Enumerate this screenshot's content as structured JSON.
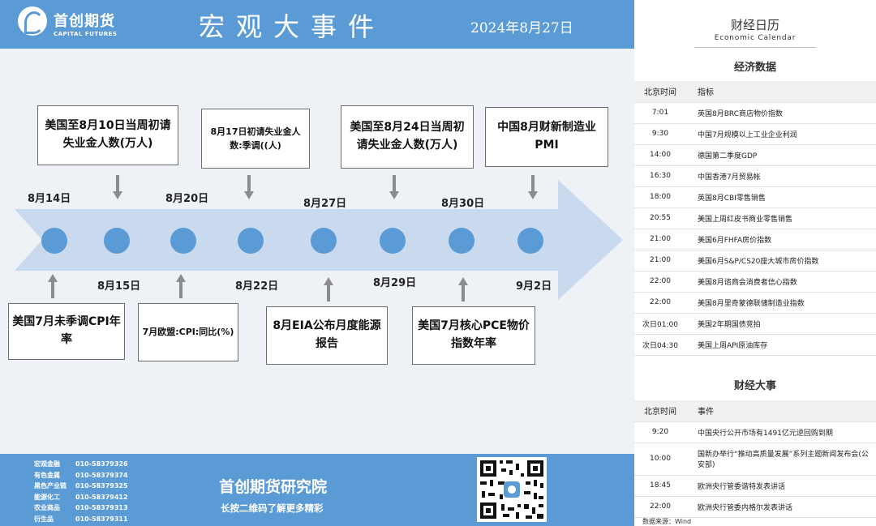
{
  "header": {
    "logo_cn": "首创期货",
    "logo_en": "CAPITAL FUTURES",
    "title": "宏观大事件",
    "date": "2024年8月27日"
  },
  "timeline": {
    "top_dates": [
      "8月14日",
      "8月20日",
      "8月27日",
      "8月30日"
    ],
    "bottom_dates": [
      "8月15日",
      "8月22日",
      "8月29日",
      "9月2日"
    ],
    "top_events": [
      "美国至8月10日当周初请失业金人数(万人)",
      "8月17日初请失业金人数:季调((人)",
      "美国至8月24日当周初请失业金人数(万人)",
      "中国8月财新制造业PMI"
    ],
    "bottom_events": [
      "美国7月未季调CPI年率",
      "7月欧盟:CPI:同比(%)",
      "8月EIA公布月度能源报告",
      "美国7月核心PCE物价指数年率"
    ]
  },
  "footer": {
    "contacts": [
      {
        "label": "宏观金融",
        "phone": "010-58379326"
      },
      {
        "label": "有色金属",
        "phone": "010-58379374"
      },
      {
        "label": "黑色产业链",
        "phone": "010-58379325"
      },
      {
        "label": "能源化工",
        "phone": "010-58379412"
      },
      {
        "label": "农业商品",
        "phone": "010-58379313"
      },
      {
        "label": "衍生品",
        "phone": "010-58379311"
      }
    ],
    "institute": "首创期货研究院",
    "subtitle": "长按二维码了解更多精彩"
  },
  "calendar": {
    "title": "财经日历",
    "subtitle": "Economic Calendar",
    "data_section": {
      "title": "经济数据",
      "col_time": "北京时间",
      "col_item": "指标",
      "rows": [
        {
          "time": "7:01",
          "item": "英国8月BRC商店物价指数"
        },
        {
          "time": "9:30",
          "item": "中国7月规模以上工业企业利润"
        },
        {
          "time": "14:00",
          "item": "德国第二季度GDP"
        },
        {
          "time": "16:30",
          "item": "中国香港7月贸易帐"
        },
        {
          "time": "18:00",
          "item": "英国8月CBI零售销售"
        },
        {
          "time": "20:55",
          "item": "美国上周红皮书商业零售销售"
        },
        {
          "time": "21:00",
          "item": "美国6月FHFA房价指数"
        },
        {
          "time": "21:00",
          "item": "美国6月S&P/CS20座大城市房价指数"
        },
        {
          "time": "22:00",
          "item": "美国8月谘商会消费者信心指数"
        },
        {
          "time": "22:00",
          "item": "美国8月里奇蒙德联储制造业指数"
        },
        {
          "time": "次日01:00",
          "item": "美国2年期国债竞拍"
        },
        {
          "time": "次日04:30",
          "item": "美国上周API原油库存"
        }
      ]
    },
    "events_section": {
      "title": "财经大事",
      "col_time": "北京时间",
      "col_item": "事件",
      "rows": [
        {
          "time": "9:20",
          "item": "中国央行公开市场有1491亿元逆回购到期"
        },
        {
          "time": "10:00",
          "item": "国新办举行“推动高质量发展”系列主题新闻发布会(公安部)"
        },
        {
          "time": "18:45",
          "item": "欧洲央行管委谐特发表讲话"
        },
        {
          "time": "22:00",
          "item": "欧洲央行管委内格尔发表讲话"
        }
      ]
    },
    "source": "数据来源：Wind"
  },
  "colors": {
    "brand_blue": "#5b9bd5",
    "timeline_arrow": "#c9d9ee",
    "panel_bg": "#eef1f6"
  }
}
